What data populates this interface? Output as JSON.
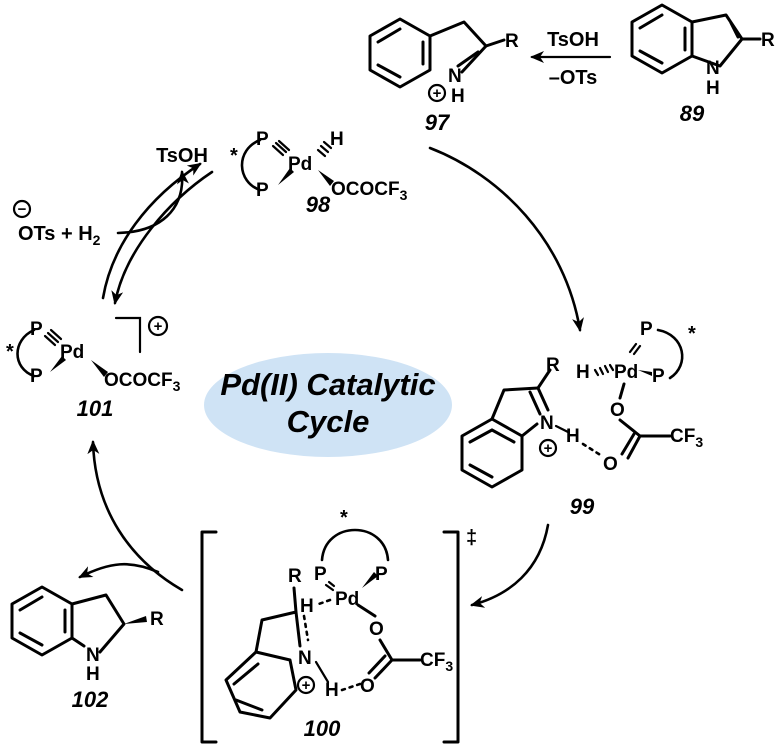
{
  "title": {
    "line1": "Pd(II) Catalytic",
    "line2": "Cycle"
  },
  "compounds": {
    "c89": {
      "number": "89",
      "R": "R",
      "NH": "N",
      "H": "H"
    },
    "c97": {
      "number": "97",
      "R": "R",
      "NH": "N",
      "H": "H",
      "charge": "+"
    },
    "c98": {
      "number": "98",
      "P1": "P",
      "P2": "P",
      "Pd": "Pd",
      "H": "H",
      "ligand": "OCOCF",
      "ligand_sub": "3",
      "star": "*"
    },
    "c99": {
      "number": "99",
      "R": "R",
      "N": "N",
      "H": "H",
      "charge": "+",
      "PdH": "H",
      "Pd": "Pd",
      "P1": "P",
      "P2": "P",
      "O1": "O",
      "O2": "O",
      "CF3": "CF",
      "CF3_sub": "3",
      "star": "*"
    },
    "c100": {
      "number": "100",
      "R": "R",
      "H": "H",
      "N": "N",
      "NH": "H",
      "charge": "+",
      "Pd": "Pd",
      "P1": "P",
      "P2": "P",
      "O1": "O",
      "O2": "O",
      "CF3": "CF",
      "CF3_sub": "3",
      "star": "*",
      "ts": "‡"
    },
    "c101": {
      "number": "101",
      "P1": "P",
      "P2": "P",
      "Pd": "Pd",
      "ligand": "OCOCF",
      "ligand_sub": "3",
      "star": "*",
      "charge": "+"
    },
    "c102": {
      "number": "102",
      "R": "R",
      "N": "N",
      "H": "H"
    }
  },
  "reagents": {
    "tsoh_top": "TsOH",
    "ots_top": "–OTs",
    "tsoh_left": "TsOH",
    "ots_h2": "OTs + H",
    "h2_sub": "2",
    "minus": "−"
  },
  "colors": {
    "title_ellipse": "#cfe3f5",
    "ink": "#000000"
  }
}
